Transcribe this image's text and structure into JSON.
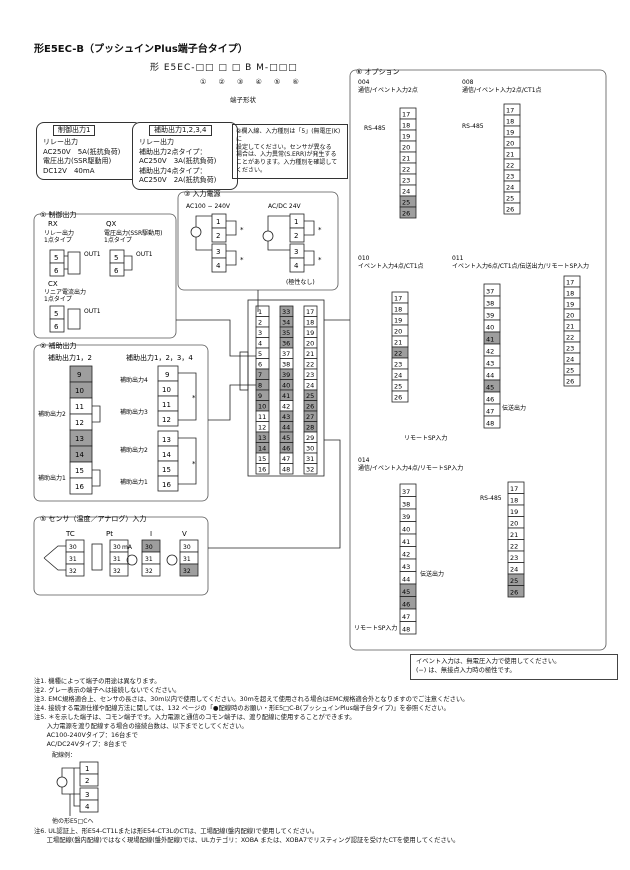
{
  "title": "形E5EC-B（プッシュインPlus端子台タイプ）",
  "model": {
    "code": "形 E5EC-□□ □ □ B M-□□□",
    "positions": "① ② ③ ④ ⑤ ⑥",
    "terminal_note": "端子形状"
  },
  "spec_boxes": {
    "control_output": {
      "header": "制御出力1",
      "lines": [
        "リレー出力",
        "AC250V　5A(抵抗負荷)",
        "電圧出力(SSR駆動用)",
        "DC12V　40mA"
      ]
    },
    "aux_output": {
      "header": "補助出力1,2,3,4",
      "lines": [
        "リレー出力",
        "補助出力2点タイプ：",
        "AC250V　3A(抵抗負荷)",
        "補助出力4点タイプ：",
        "AC250V　2A(抵抗負荷)"
      ]
    },
    "input_note": [
      "②欄入線、入力種別は「5」(無電圧(K)に",
      "設定してください。センサが異なる",
      "場合は、入力異常(S.ERR)が発生する",
      "ことがあります。入力種別を確認して",
      "ください。"
    ]
  },
  "sections": {
    "s1": {
      "title": "① 制御出力",
      "rx": "RX",
      "rx_desc": [
        "リレー出力",
        "1点タイプ"
      ],
      "qx": "QX",
      "qx_desc": [
        "電圧出力(SSR駆動用)",
        "1点タイプ"
      ],
      "cx": "CX",
      "cx_desc": [
        "リニア電流出力",
        "1点タイプ"
      ],
      "out1": "OUT1"
    },
    "s2": {
      "title": "② 補助出力",
      "sub_a": "補助出力1，2",
      "sub_b": "補助出力1，2，3，4",
      "aux1": "補助出力1",
      "aux2": "補助出力2",
      "aux3": "補助出力3",
      "aux4": "補助出力4"
    },
    "s3": {
      "title": "③ 入力電源",
      "ac": "AC100 − 240V",
      "acdc": "AC/DC 24V",
      "polarity": "(極性なし)"
    },
    "s5": {
      "title": "⑤ センサ（温度／アナログ）入力",
      "tc": "TC",
      "pt": "Pt",
      "i": "I",
      "v": "V",
      "ma": "mA"
    },
    "s6": {
      "title": "⑥ オプション",
      "o004": {
        "code": "004",
        "desc": "通信/イベント入力2点"
      },
      "o008": {
        "code": "008",
        "desc": "通信/イベント入力2点/CT1点"
      },
      "o010": {
        "code": "010",
        "desc": "イベント入力4点/CT1点"
      },
      "o011": {
        "code": "011",
        "desc": "イベント入力6点/CT1点/伝送出力/リモートSP入力"
      },
      "o014": {
        "code": "014",
        "desc": "通信/イベント入力4点/リモートSP入力"
      },
      "rs485": "RS-485",
      "transmit": "伝送出力",
      "remote_sp": "リモートSP入力"
    }
  },
  "event_note": [
    "イベント入力は、無電圧入力で使用してください。",
    "(−) は、無接点入力時の極性です。"
  ],
  "notes": [
    "注1. 機種によって端子の用途は異なります。",
    "注2. グレー表示の端子へは接続しないでください。",
    "注3. EMC規格適合上、センサの長さは、30m以内で使用してください。30mを超えて使用される場合はEMC規格適合外となりますのでご注意ください。",
    "注4. 接続する電源仕様や配線方法に関しては、132 ページの「●配線時のお願い・形E5□C-B(プッシュインPlus端子台タイプ)」を参照ください。",
    "注5. ＊を示した端子は、コモン端子です。入力電源と通信のコモン端子は、渡り配線に使用することができます。",
    "　　入力電源を渡り配線する場合の接続台数は、以下までとしてください。",
    "　　AC100-240Vタイプ：16台まで",
    "　　AC/DC24Vタイプ：8台まで"
  ],
  "wiring_example": {
    "label": "配線例：",
    "other": "他の形E5□Cへ"
  },
  "note6": [
    "注6. UL認証上、形E54-CT1Lまたは形E54-CT3LのCTは、工場配線(盤内配線)で使用してください。",
    "　　工場配線(盤内配線)ではなく現場配線(盤外配線)では、ULカテゴリ：XOBA または、XOBA7でリスティング認証を受けたCTを使用してください。"
  ],
  "legend": {
    "gray_terminal": "#9e9e9e",
    "terminal": "#ffffff",
    "line": "#222222"
  }
}
